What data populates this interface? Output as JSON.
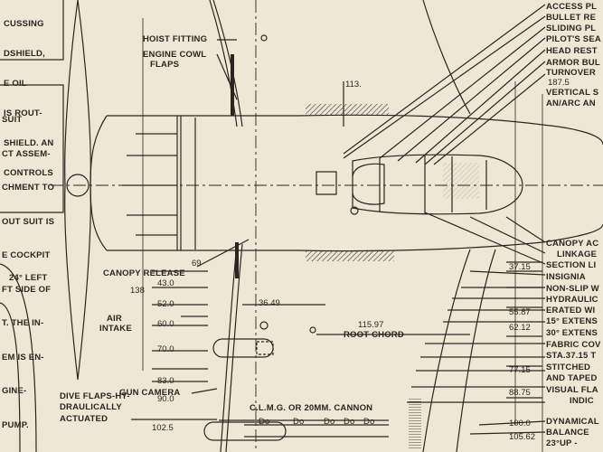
{
  "colors": {
    "paper": "#efe7d6",
    "ink": "#2b2520",
    "hatch": "#3a332c"
  },
  "notes": {
    "left_top": [
      "CUSSING",
      "DSHIELD,",
      "E OIL",
      "IS ROUT-",
      "SHIELD. AN",
      "CONTROLS"
    ],
    "left_mid": [
      "SUIT",
      "CT ASSEM-",
      "CHMENT TO",
      "OUT SUIT IS",
      "E COCKPIT",
      "FT SIDE OF",
      "T. THE IN-",
      "EM IS EN-",
      "GINE-",
      "PUMP."
    ]
  },
  "labels": {
    "hoist_fitting": "HOIST FITTING",
    "engine_cowl_1": "ENGINE COWL",
    "engine_cowl_2": "FLAPS",
    "canopy_release": "CANOPY RELEASE",
    "air_intake_1": "AIR",
    "air_intake_2": "INTAKE",
    "gun_camera": "GUN CAMERA",
    "dive_flaps_1": "DIVE FLAPS-HY-",
    "dive_flaps_2": "DRAULICALLY",
    "dive_flaps_3": "ACTUATED",
    "left_24": "24° LEFT",
    "root_chord_val": "115.97",
    "root_chord": "ROOT CHORD",
    "cannon": "C.L.M.G. OR 20MM. CANNON",
    "do_marks": [
      "Do",
      "Do",
      "Do",
      "Do",
      "Do"
    ],
    "sta_113": "113."
  },
  "stations_left": [
    "69",
    "43.0",
    "138",
    "52.0",
    "60.0",
    "70.0",
    "83.0",
    "90.0",
    "102.5"
  ],
  "mid_dim": "36.49",
  "right_nums": [
    "187.5",
    "37.15",
    "55.87",
    "62.12",
    "77.15",
    "88.75",
    "100.0",
    "105.62"
  ],
  "right_labels": {
    "access": "ACCESS PL",
    "bullet": "BULLET RE",
    "sliding": "SLIDING PL",
    "pilots_seat": "PILOT'S SEA",
    "head_rest": "HEAD REST",
    "armor": "ARMOR BUL",
    "turnover": "TURNOVER",
    "vertical_1": "VERTICAL S",
    "vertical_2": "AN/ARC AN",
    "canopy_act": "CANOPY AC",
    "linkage": "LINKAGE",
    "section": "SECTION LI",
    "insignia": "INSIGNIA",
    "nonslip": "NON-SLIP W",
    "hydraulic": "HYDRAULIC",
    "erated": "ERATED WI",
    "ext15": "15° EXTENS",
    "ext30": "30° EXTENS",
    "fabric": "FABRIC COV",
    "sta3715": "STA.37.15 T",
    "stitched": "STITCHED",
    "taped": "AND TAPED",
    "visual": "VISUAL FLA",
    "indic": "INDIC",
    "dynamical": "DYNAMICAL",
    "balance": "BALANCE",
    "up23": "23°UP -"
  }
}
